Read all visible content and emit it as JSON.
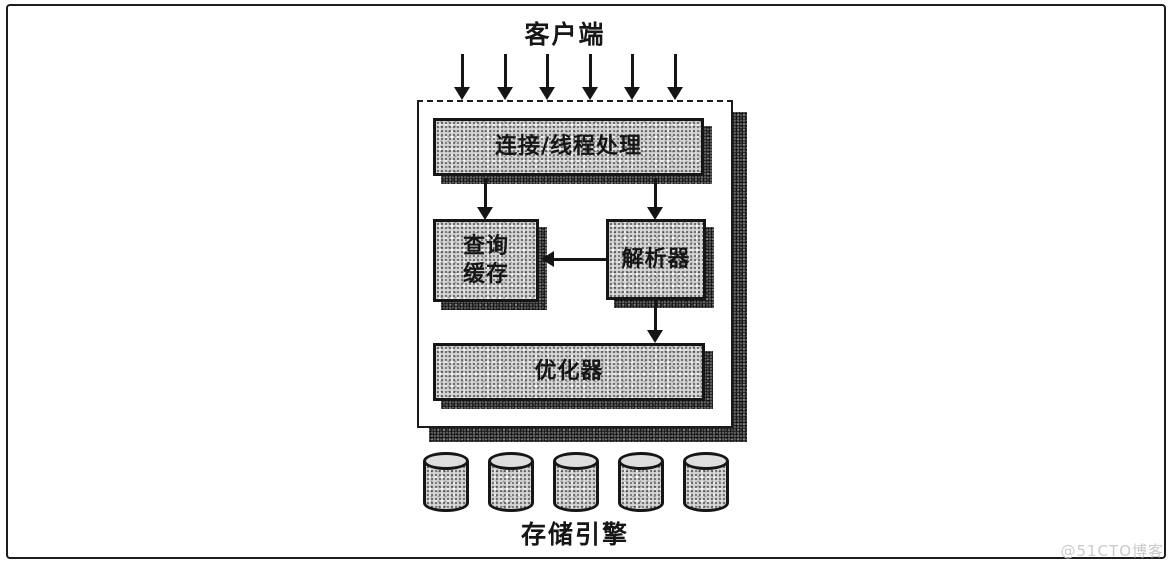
{
  "diagram": {
    "client_label": "客户端",
    "storage_label": "存储引擎",
    "boxes": {
      "connection": "连接/线程处理",
      "query_cache_line1": "查询",
      "query_cache_line2": "缓存",
      "parser": "解析器",
      "optimizer": "优化器"
    },
    "client_arrow_count": 6,
    "storage_cylinder_count": 5,
    "colors": {
      "background": "#ffffff",
      "border": "#1b1b1b",
      "box_fill": "#d6d6d6",
      "shadow": "#8d8d8d",
      "watermark": "#c9cacc"
    }
  },
  "watermark": "@51CTO博客"
}
